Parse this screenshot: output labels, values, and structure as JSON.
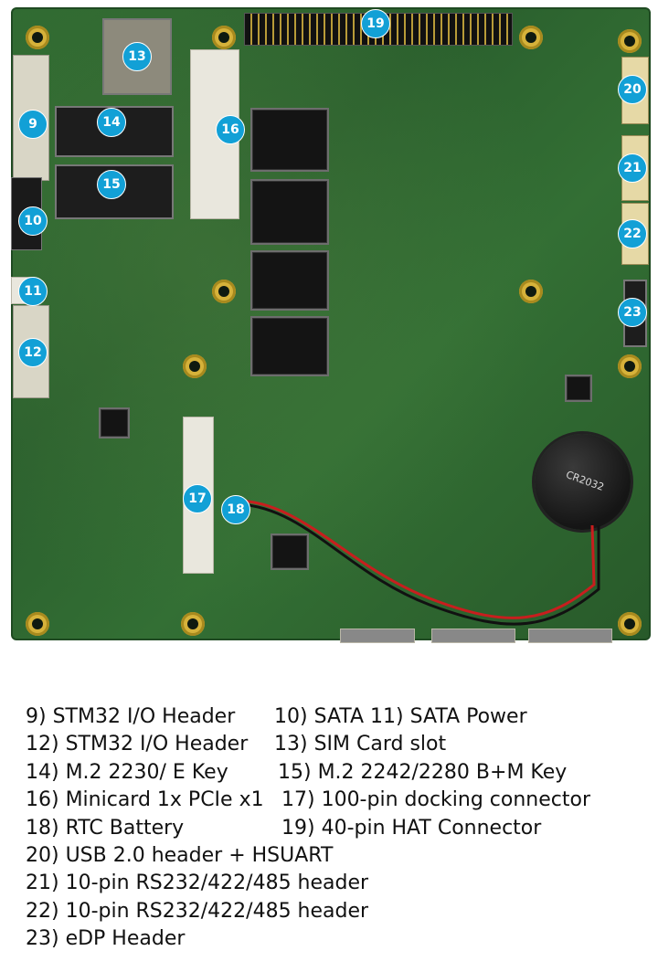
{
  "callouts": [
    {
      "num": "9"
    },
    {
      "num": "10"
    },
    {
      "num": "11"
    },
    {
      "num": "12"
    },
    {
      "num": "13"
    },
    {
      "num": "14"
    },
    {
      "num": "15"
    },
    {
      "num": "16"
    },
    {
      "num": "17"
    },
    {
      "num": "18"
    },
    {
      "num": "19"
    },
    {
      "num": "20"
    },
    {
      "num": "21"
    },
    {
      "num": "22"
    },
    {
      "num": "23"
    }
  ],
  "battery_label": "CR2032",
  "legend": [
    [
      "9) STM32 I/O Header",
      "10) SATA  11) SATA Power"
    ],
    [
      "12) STM32 I/O Header",
      "13) SIM Card slot"
    ],
    [
      "14) M.2 2230/ E Key",
      "15) M.2 2242/2280 B+M Key"
    ],
    [
      "16) Minicard 1x PCIe x1",
      "17) 100-pin docking connector"
    ],
    [
      "18) RTC Battery",
      "19) 40-pin HAT Connector"
    ],
    [
      "20) USB 2.0 header + HSUART"
    ],
    [
      "21) 10-pin RS232/422/485 header"
    ],
    [
      "22) 10-pin RS232/422/485 header"
    ],
    [
      "23) eDP Header"
    ]
  ],
  "colors": {
    "badge": "#12a0d6",
    "pcb": "#2f6a31",
    "mount_hole": "#d6b23a"
  }
}
